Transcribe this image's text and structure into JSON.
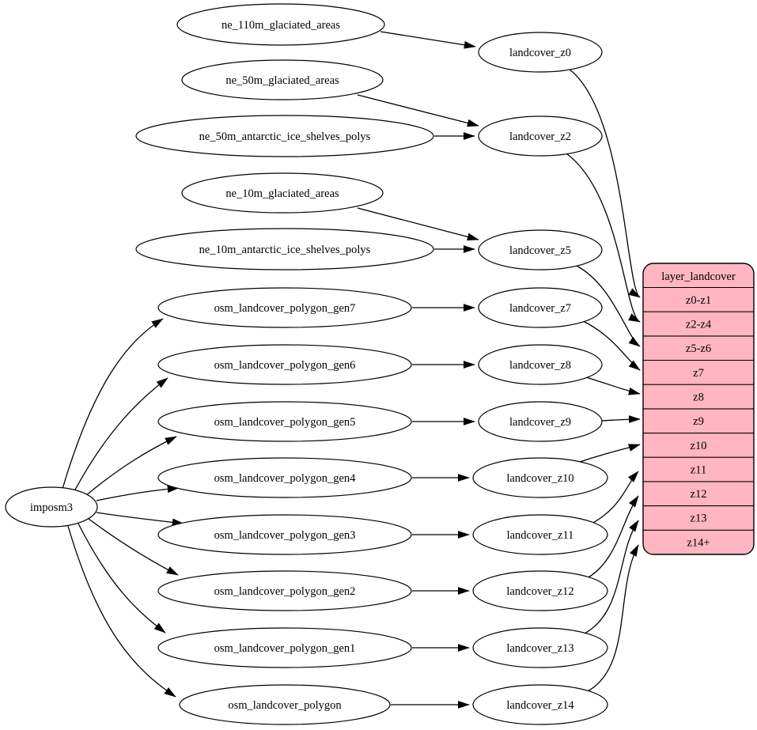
{
  "diagram": {
    "type": "graphviz-flow",
    "description_nodes_count": 25,
    "colors": {
      "background": "#ffffff",
      "node_fill": "#ffffff",
      "node_stroke": "#000000",
      "edge_stroke": "#000000",
      "table_fill": "#ffb6c1",
      "text": "#000000"
    },
    "nodes": {
      "imposm3": "imposm3",
      "ne_110m_glaciated_areas": "ne_110m_glaciated_areas",
      "ne_50m_glaciated_areas": "ne_50m_glaciated_areas",
      "ne_50m_antarctic_ice_shelves_polys": "ne_50m_antarctic_ice_shelves_polys",
      "ne_10m_glaciated_areas": "ne_10m_glaciated_areas",
      "ne_10m_antarctic_ice_shelves_polys": "ne_10m_antarctic_ice_shelves_polys",
      "osm_landcover_polygon_gen7": "osm_landcover_polygon_gen7",
      "osm_landcover_polygon_gen6": "osm_landcover_polygon_gen6",
      "osm_landcover_polygon_gen5": "osm_landcover_polygon_gen5",
      "osm_landcover_polygon_gen4": "osm_landcover_polygon_gen4",
      "osm_landcover_polygon_gen3": "osm_landcover_polygon_gen3",
      "osm_landcover_polygon_gen2": "osm_landcover_polygon_gen2",
      "osm_landcover_polygon_gen1": "osm_landcover_polygon_gen1",
      "osm_landcover_polygon": "osm_landcover_polygon",
      "landcover_z0": "landcover_z0",
      "landcover_z2": "landcover_z2",
      "landcover_z5": "landcover_z5",
      "landcover_z7": "landcover_z7",
      "landcover_z8": "landcover_z8",
      "landcover_z9": "landcover_z9",
      "landcover_z10": "landcover_z10",
      "landcover_z11": "landcover_z11",
      "landcover_z12": "landcover_z12",
      "landcover_z13": "landcover_z13",
      "landcover_z14": "landcover_z14"
    },
    "table": {
      "title": "layer_landcover",
      "rows": [
        "z0-z1",
        "z2-z4",
        "z5-z6",
        "z7",
        "z8",
        "z9",
        "z10",
        "z11",
        "z12",
        "z13",
        "z14+"
      ]
    },
    "edges": [
      {
        "from": "ne_110m_glaciated_areas",
        "to": "landcover_z0"
      },
      {
        "from": "ne_50m_glaciated_areas",
        "to": "landcover_z2"
      },
      {
        "from": "ne_50m_antarctic_ice_shelves_polys",
        "to": "landcover_z2"
      },
      {
        "from": "ne_10m_glaciated_areas",
        "to": "landcover_z5"
      },
      {
        "from": "ne_10m_antarctic_ice_shelves_polys",
        "to": "landcover_z5"
      },
      {
        "from": "imposm3",
        "to": "osm_landcover_polygon_gen7"
      },
      {
        "from": "imposm3",
        "to": "osm_landcover_polygon_gen6"
      },
      {
        "from": "imposm3",
        "to": "osm_landcover_polygon_gen5"
      },
      {
        "from": "imposm3",
        "to": "osm_landcover_polygon_gen4"
      },
      {
        "from": "imposm3",
        "to": "osm_landcover_polygon_gen3"
      },
      {
        "from": "imposm3",
        "to": "osm_landcover_polygon_gen2"
      },
      {
        "from": "imposm3",
        "to": "osm_landcover_polygon_gen1"
      },
      {
        "from": "imposm3",
        "to": "osm_landcover_polygon"
      },
      {
        "from": "osm_landcover_polygon_gen7",
        "to": "landcover_z7"
      },
      {
        "from": "osm_landcover_polygon_gen6",
        "to": "landcover_z8"
      },
      {
        "from": "osm_landcover_polygon_gen5",
        "to": "landcover_z9"
      },
      {
        "from": "osm_landcover_polygon_gen4",
        "to": "landcover_z10"
      },
      {
        "from": "osm_landcover_polygon_gen3",
        "to": "landcover_z11"
      },
      {
        "from": "osm_landcover_polygon_gen2",
        "to": "landcover_z12"
      },
      {
        "from": "osm_landcover_polygon_gen1",
        "to": "landcover_z13"
      },
      {
        "from": "osm_landcover_polygon",
        "to": "landcover_z14"
      },
      {
        "from": "landcover_z0",
        "to": "layer_landcover:z0-z1"
      },
      {
        "from": "landcover_z2",
        "to": "layer_landcover:z2-z4"
      },
      {
        "from": "landcover_z5",
        "to": "layer_landcover:z5-z6"
      },
      {
        "from": "landcover_z7",
        "to": "layer_landcover:z7"
      },
      {
        "from": "landcover_z8",
        "to": "layer_landcover:z8"
      },
      {
        "from": "landcover_z9",
        "to": "layer_landcover:z9"
      },
      {
        "from": "landcover_z10",
        "to": "layer_landcover:z10"
      },
      {
        "from": "landcover_z11",
        "to": "layer_landcover:z11"
      },
      {
        "from": "landcover_z12",
        "to": "layer_landcover:z12"
      },
      {
        "from": "landcover_z13",
        "to": "layer_landcover:z13"
      },
      {
        "from": "landcover_z14",
        "to": "layer_landcover:z14+"
      }
    ]
  }
}
